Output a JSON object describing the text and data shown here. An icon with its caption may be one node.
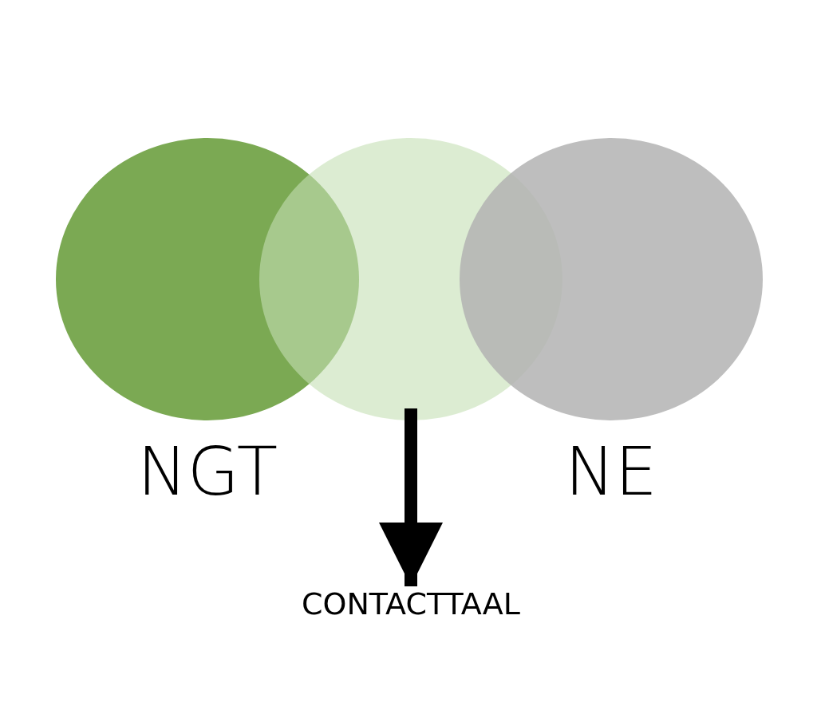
{
  "diagram": {
    "nodes": [
      {
        "text": [
          "NGT"
        ]
      },
      {
        "text": [],
        "shape": "circle"
      },
      {
        "text": [
          "NE"
        ]
      },
      {
        "text": [
          "CONTACTTAAL"
        ]
      }
    ],
    "edges": [
      {
        "from": 1,
        "to": 3,
        "arrow": "to"
      }
    ]
  }
}
